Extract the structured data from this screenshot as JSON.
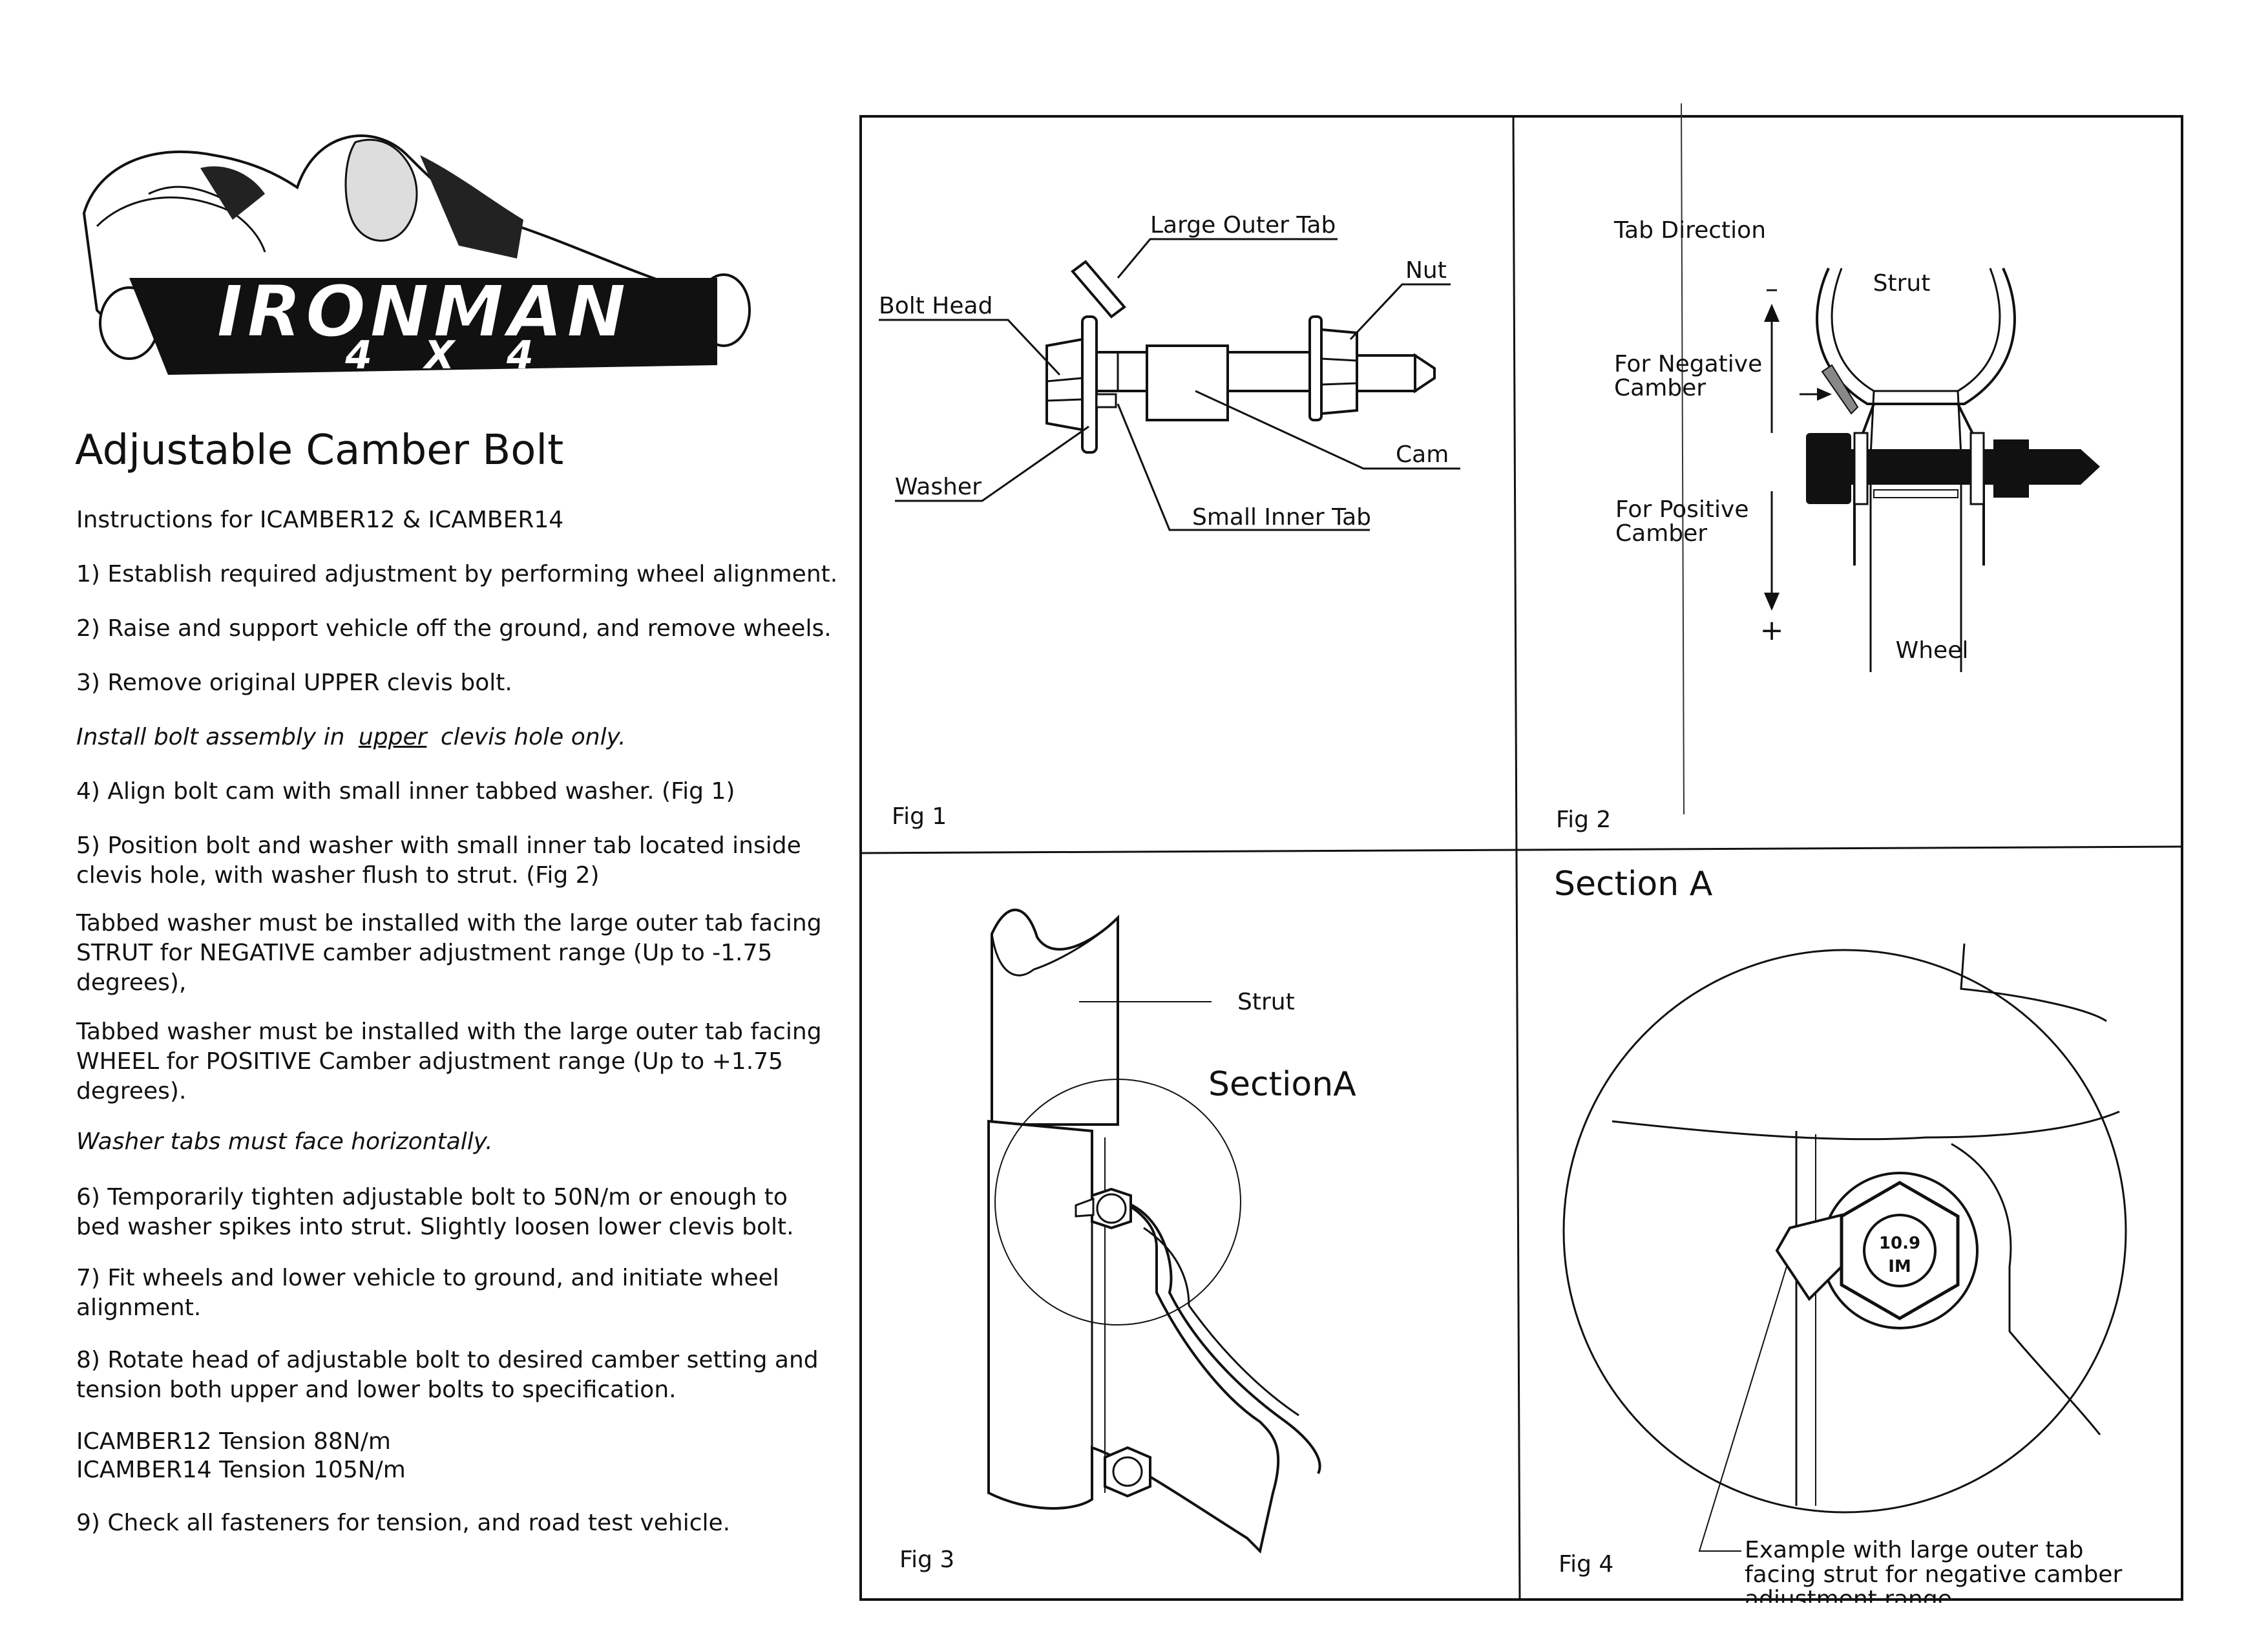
{
  "logo": {
    "brand": "IRONMAN",
    "sub": "4 X 4"
  },
  "doc": {
    "title": "Adjustable Camber Bolt",
    "subtitle": "Instructions for ICAMBER12 & ICAMBER14",
    "step1": "1) Establish required adjustment by performing wheel alignment.",
    "step2": "2) Raise and support vehicle off the ground, and remove wheels.",
    "step3": "3) Remove original UPPER clevis bolt.",
    "install_pre": "Install bolt assembly in",
    "install_word": "upper",
    "install_post": "clevis hole only.",
    "step4": "4) Align bolt cam with small inner tabbed washer. (Fig 1)",
    "step5": "5) Position bolt and washer with small inner tab located inside clevis hole, with washer flush to strut. (Fig 2)",
    "note_negative": "Tabbed washer must be installed with the large outer tab facing STRUT for NEGATIVE camber adjustment range (Up to -1.75 degrees),",
    "note_positive": "Tabbed washer must be installed with the large outer tab facing WHEEL for POSITIVE Camber adjustment range (Up to +1.75 degrees).",
    "washer_note": "Washer tabs must face horizontally.",
    "step6": "6) Temporarily tighten adjustable bolt to 50N/m or enough to bed washer spikes into strut.   Slightly loosen lower clevis bolt.",
    "step7": "7) Fit wheels and lower vehicle to ground, and initiate wheel alignment.",
    "step8": "8) Rotate head of adjustable bolt to desired camber setting and tension both upper and lower bolts to specification.",
    "tension1": "ICAMBER12 Tension 88N/m",
    "tension2": "ICAMBER14 Tension 105N/m",
    "step9": "9) Check all fasteners for tension, and road test vehicle."
  },
  "fig1": {
    "caption": "Fig 1",
    "large_outer_tab": "Large Outer Tab",
    "bolt_head": "Bolt Head",
    "nut": "Nut",
    "cam": "Cam",
    "washer": "Washer",
    "small_inner_tab": "Small Inner Tab"
  },
  "fig2": {
    "caption": "Fig 2",
    "tab_direction": "Tab Direction",
    "strut": "Strut",
    "minus": "–",
    "plus": "+",
    "neg1": "For Negative",
    "neg2": "Camber",
    "pos1": "For Positive",
    "pos2": "Camber",
    "wheel": "Wheel"
  },
  "fig3": {
    "caption": "Fig 3",
    "strut": "Strut",
    "section": "SectionA"
  },
  "fig4": {
    "caption": "Fig 4",
    "section": "Section A",
    "bolt_grade": "10.9",
    "bolt_mark": "IM",
    "ex1": "Example with large outer tab",
    "ex2": "facing strut for negative camber",
    "ex3": "adjustment range"
  }
}
